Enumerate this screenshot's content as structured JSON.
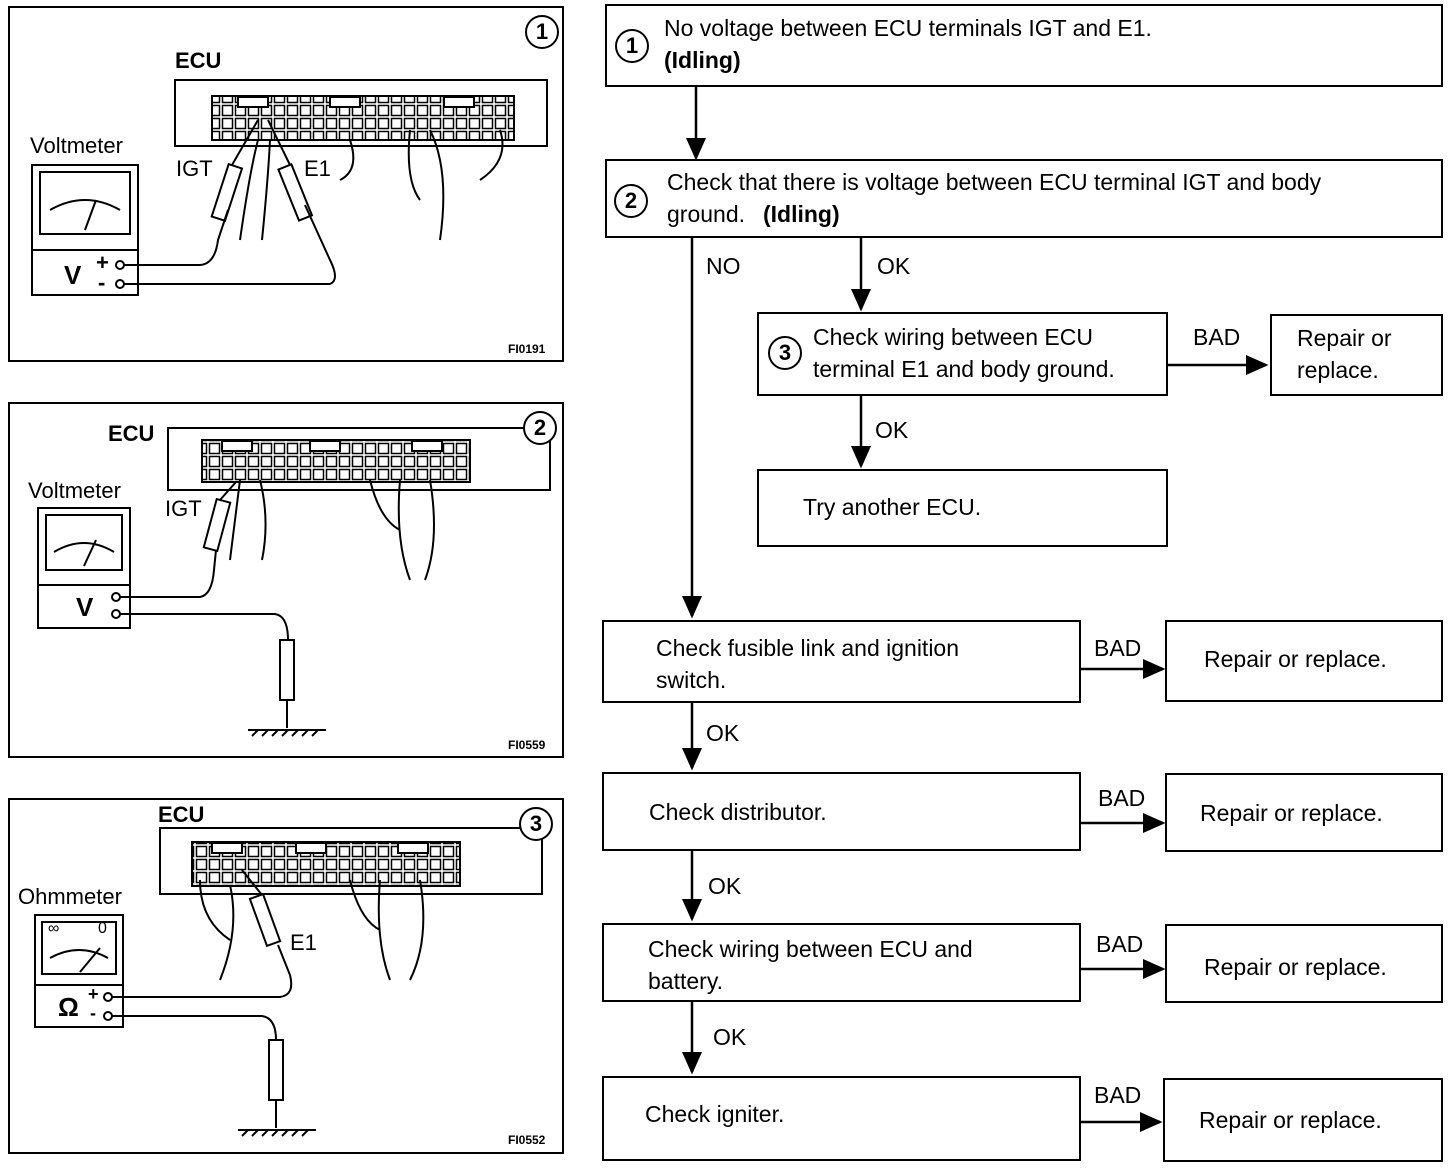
{
  "figures": [
    {
      "num": "1",
      "ecu": "ECU",
      "meter": "Voltmeter",
      "meter_symbol": "V",
      "plus": "+",
      "minus": "-",
      "igt": "IGT",
      "e1": "E1",
      "code": "FI0191"
    },
    {
      "num": "2",
      "ecu": "ECU",
      "meter": "Voltmeter",
      "meter_symbol": "V",
      "igt": "IGT",
      "code": "FI0559"
    },
    {
      "num": "3",
      "ecu": "ECU",
      "meter": "Ohmmeter",
      "meter_symbol": "Ω",
      "plus": "+",
      "minus": "-",
      "inf": "∞",
      "zero": "0",
      "e1": "E1",
      "code": "FI0552"
    }
  ],
  "flow": {
    "step1": {
      "num": "1",
      "line1": "No voltage between ECU terminals IGT and E1.",
      "line2": "(Idling)"
    },
    "step2": {
      "num": "2",
      "line1": "Check that there is voltage between ECU terminal IGT and body",
      "line2_a": "ground.",
      "line2_b": "(Idling)"
    },
    "step3": {
      "num": "3",
      "line1": "Check wiring between ECU",
      "line2": "terminal E1 and body ground."
    },
    "step3_fix": {
      "line1": "Repair or",
      "line2": "replace."
    },
    "try_ecu": "Try another ECU.",
    "fusible": {
      "line1": "Check fusible link and ignition",
      "line2": "switch."
    },
    "distributor": "Check distributor.",
    "wiring_battery": {
      "line1": "Check wiring between ECU and",
      "line2": "battery."
    },
    "igniter": "Check igniter.",
    "repair": "Repair or replace.",
    "labels": {
      "no": "NO",
      "ok": "OK",
      "bad": "BAD"
    }
  }
}
